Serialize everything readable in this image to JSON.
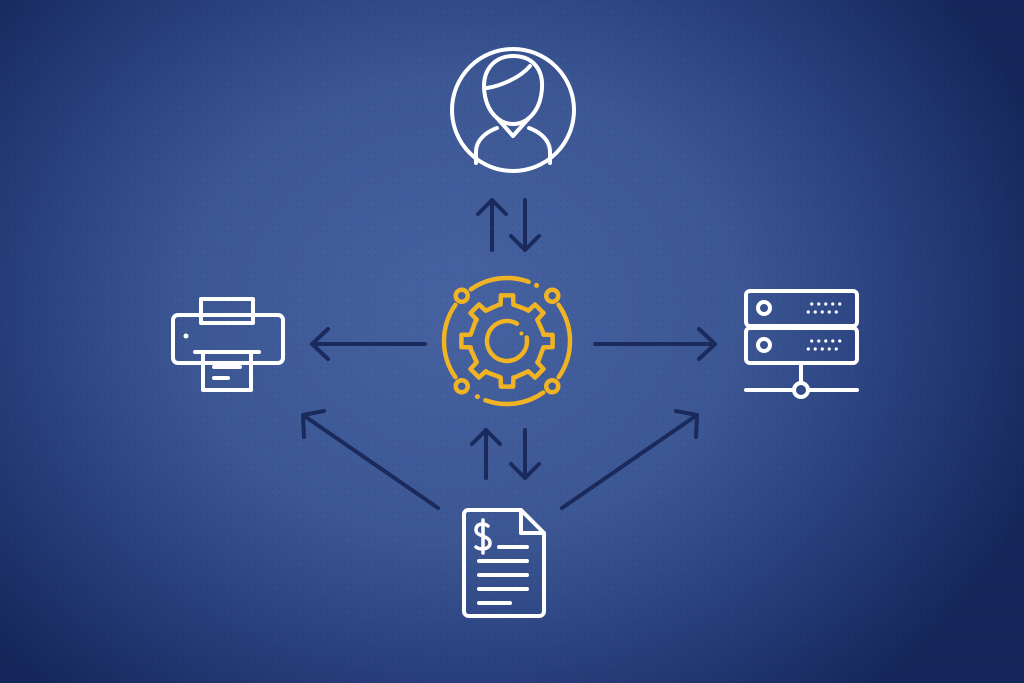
{
  "colors": {
    "background_center": "#4662a0",
    "background_edge": "#15275a",
    "arrow": "#1a2a5c",
    "icon_outline": "#ffffff",
    "hub_accent": "#f0b323"
  },
  "nodes": [
    {
      "id": "user",
      "icon": "user-icon"
    },
    {
      "id": "hub",
      "icon": "gear-icon"
    },
    {
      "id": "printer",
      "icon": "printer-icon"
    },
    {
      "id": "server",
      "icon": "server-icon"
    },
    {
      "id": "invoice",
      "icon": "invoice-document-icon"
    }
  ],
  "edges": [
    {
      "from": "hub",
      "to": "user",
      "direction": "bidirectional"
    },
    {
      "from": "hub",
      "to": "printer",
      "direction": "one-way"
    },
    {
      "from": "hub",
      "to": "server",
      "direction": "one-way"
    },
    {
      "from": "hub",
      "to": "invoice",
      "direction": "bidirectional"
    },
    {
      "from": "invoice",
      "to": "printer",
      "direction": "one-way"
    },
    {
      "from": "invoice",
      "to": "server",
      "direction": "one-way"
    }
  ]
}
